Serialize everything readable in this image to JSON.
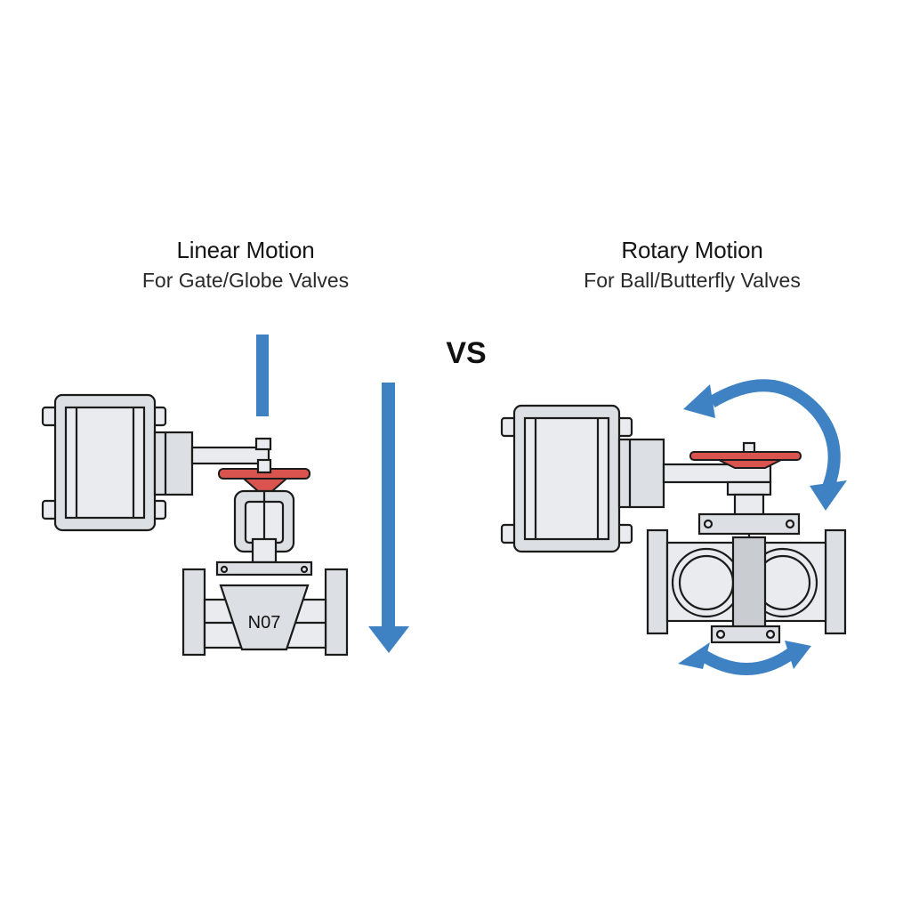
{
  "left_panel": {
    "title": "Linear Motion",
    "subtitle": "For Gate/Globe Valves",
    "valve_label": "N07"
  },
  "right_panel": {
    "title": "Rotary Motion",
    "subtitle": "For Ball/Butterfly Valves"
  },
  "separator": "VS",
  "colors": {
    "arrow": "#3f82c4",
    "handwheel": "#d9534f",
    "metal": "#dcdfe3"
  }
}
